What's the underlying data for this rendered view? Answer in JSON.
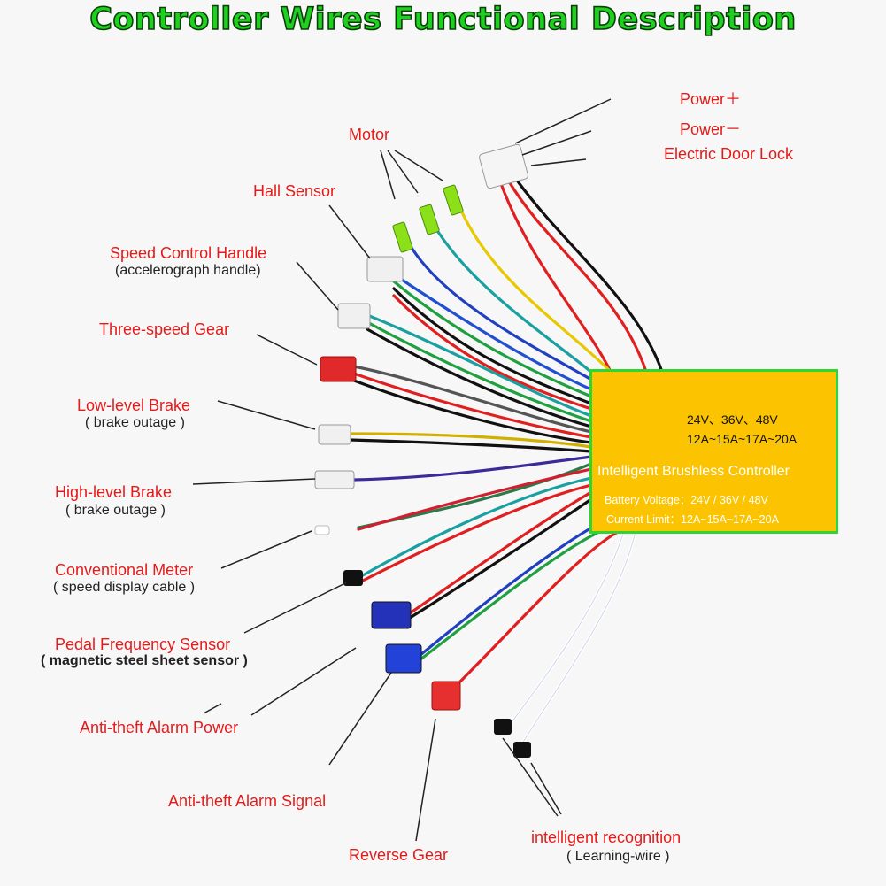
{
  "title": "Controller Wires Functional Description",
  "labels": {
    "power_plus": "Power＋",
    "power_minus": "Power－",
    "door_lock": "Electric Door Lock",
    "motor": "Motor",
    "hall_sensor": "Hall Sensor",
    "speed_handle": "Speed Control Handle",
    "speed_handle_sub": "(accelerograph handle)",
    "three_speed": "Three-speed Gear",
    "low_brake": "Low-level Brake",
    "low_brake_sub": "( brake outage )",
    "high_brake": "High-level Brake",
    "high_brake_sub": "( brake outage )",
    "meter": "Conventional Meter",
    "meter_sub": "( speed display cable )",
    "pedal": "Pedal Frequency Sensor",
    "pedal_sub": "( magnetic steel sheet sensor )",
    "alarm_power": "Anti-theft Alarm Power",
    "alarm_signal": "Anti-theft Alarm Signal",
    "reverse": "Reverse  Gear",
    "intelligent": "intelligent  recognition",
    "intelligent_sub": "( Learning-wire )"
  },
  "controller": {
    "voltages": "24V、36V、48V",
    "currents": "12A~15A~17A~20A",
    "name": "Intelligent Brushless Controller",
    "battery_voltage": "Battery Voltage：24V / 36V / 48V",
    "current_limit": "Current Limit：12A~15A~17A~20A"
  },
  "colors": {
    "title_fill": "#1fd11f",
    "label_text": "#e51b1b",
    "controller_fill": "#fcc400",
    "controller_border": "#2fd62f"
  }
}
